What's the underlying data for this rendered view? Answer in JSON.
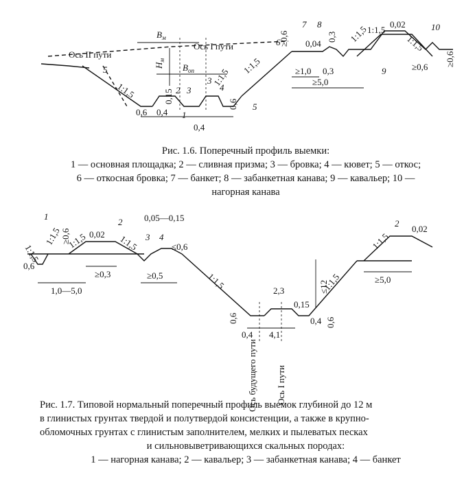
{
  "fig16": {
    "axis_left": "Ось II пути",
    "axis_right": "Ось I пути",
    "dim_bm": "B",
    "dim_bm_sub": "м",
    "dim_hm": "H",
    "dim_hm_sub": "м",
    "dim_bop": "B",
    "dim_bop_sub": "оп",
    "slope": "1:1,5",
    "slope2": "1:1,5",
    "slope3": "1:1,5",
    "slope4": "1:1,5",
    "slope5": "1:1,5",
    "d_06a": "0,6",
    "d_04a": "0,4",
    "d_04b": "0,4",
    "d_015": "0,15",
    "d_06b": "0,6",
    "d_ge06": "≥0,6",
    "d_004": "0,04",
    "d_03a": "0,3",
    "d_002": "0,02",
    "d_ge10": "≥1,0",
    "d_03b": "0,3",
    "d_ge50": "≥5,0",
    "d_ge06b": "≥0,6",
    "d_ge06c": "≥0,6",
    "n1": "1",
    "n2": "2",
    "n3": "3",
    "n4": "4",
    "n5a": "5",
    "n5b": "5",
    "n6": "6",
    "n7": "7",
    "n8": "8",
    "n9": "9",
    "n10": "10",
    "caption_title": "Рис. 1.6. Поперечный профиль выемки:",
    "caption_line2": "1 — основная площадка; 2 — сливная призма; 3 — бровка; 4 — кювет; 5 — откос;",
    "caption_line3": "6 — откосная бровка; 7 — банкет; 8 — забанкетная канава; 9 — кавальер; 10 —",
    "caption_line4": "нагорная канава"
  },
  "fig17": {
    "n1": "1",
    "n2a": "2",
    "n2b": "2",
    "n3": "3",
    "n4": "4",
    "d_ge06": "≥0,6",
    "d_002a": "0,02",
    "d_002b": "0,02",
    "d_005_015": "0,05—0,15",
    "d_le06": "≤0,6",
    "d_06a": "0,6",
    "d_10_50": "1,0—5,0",
    "d_ge03": "≥0,3",
    "d_ge05": "≥0,5",
    "d_23": "2,3",
    "d_le12": "≤12",
    "d_015": "0,15",
    "d_06b": "0,6",
    "d_04a": "0,4",
    "d_41": "4,1",
    "d_04b": "0,4",
    "d_06c": "0,6",
    "d_ge50": "≥5,0",
    "slope_a": "1:1,5",
    "slope_b": "1:1,5",
    "slope_c": "1:1,5",
    "slope_d": "1:1,5",
    "slope_e": "1:1,5",
    "slope_f": "1:1,5",
    "slope_g": "1:1,5",
    "axis_future": "Ось будущего пути",
    "axis_one": "Ось I пути",
    "caption_line1": "Рис. 1.7. Типовой нормальный поперечный профиль выемок глубиной до 12 м",
    "caption_line2": "в глинистых грунтах твердой и полутвердой консистенции, а также в крупно-",
    "caption_line3": "обломочных грунтах с глинистым заполнителем, мелких и пылеватых песках",
    "caption_line4": "и сильновыветривающихся скальных породах:",
    "caption_line5": "1 — нагорная канава; 2 — кавальер; 3 — забанкетная канава; 4 — банкет"
  }
}
